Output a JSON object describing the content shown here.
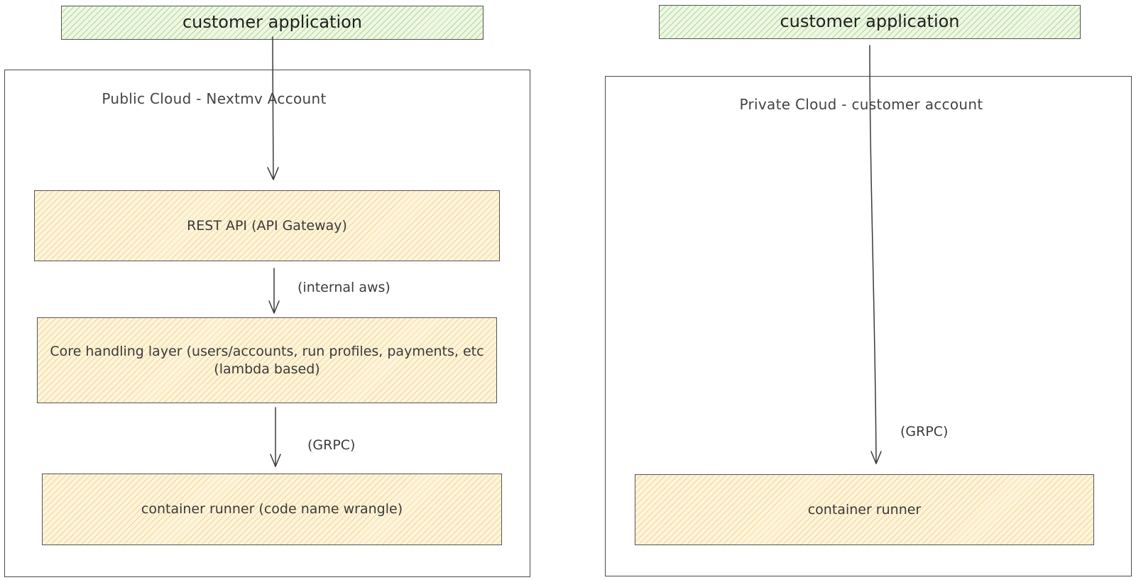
{
  "left": {
    "app_label": "customer application",
    "cloud_title": "Public Cloud - Nextmv Account",
    "rest_api_label": "REST API (API Gateway)",
    "core_line1": "Core handling layer (users/accounts, run profiles, payments, etc",
    "core_line2": "(lambda based)",
    "runner_label": "container runner (code name wrangle)",
    "edge_internal": "(internal aws)",
    "edge_grpc": "(GRPC)"
  },
  "right": {
    "app_label": "customer application",
    "cloud_title": "Private Cloud - customer account",
    "runner_label": "container runner",
    "edge_grpc": "(GRPC)"
  },
  "colors": {
    "app_fill": "#eef7e4",
    "app_hatch": "#7dbe50",
    "component_fill": "#fdf4dc",
    "component_hatch": "#f0be50",
    "stroke": "#4a4a4a"
  }
}
